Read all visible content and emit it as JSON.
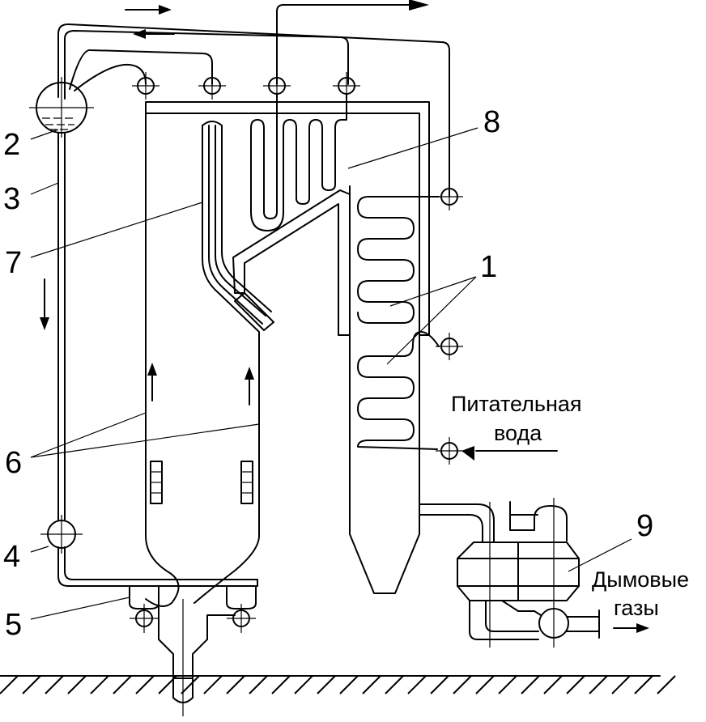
{
  "labels": {
    "n1": "1",
    "n2": "2",
    "n3": "3",
    "n4": "4",
    "n5": "5",
    "n6": "6",
    "n7": "7",
    "n8": "8",
    "n9": "9",
    "feed_water_line1": "Питательная",
    "feed_water_line2": "вода",
    "flue_gas_line1": "Дымовые",
    "flue_gas_line2": "газы"
  }
}
